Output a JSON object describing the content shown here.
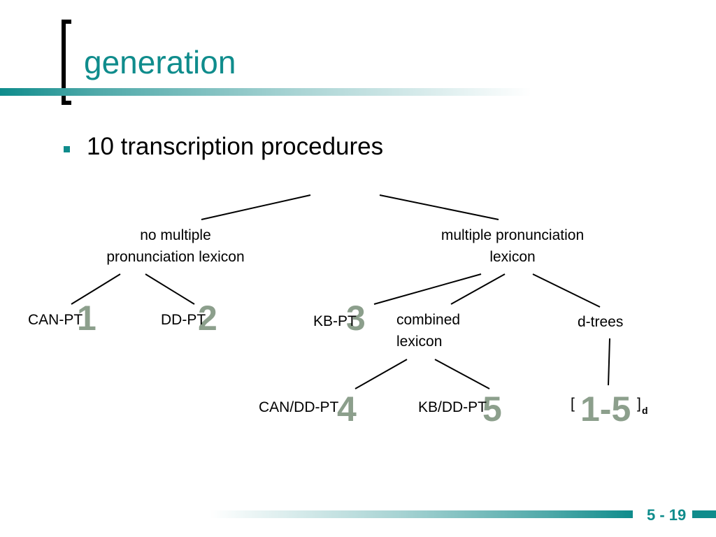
{
  "slide": {
    "title": "generation",
    "bullet": "10 transcription procedures",
    "page_number": "5 - 19"
  },
  "tree": {
    "no_multiple": {
      "line1": "no multiple",
      "line2": "pronunciation lexicon"
    },
    "multiple": {
      "line1": "multiple pronunciation",
      "line2": "lexicon"
    },
    "can_pt": "CAN-PT",
    "dd_pt": "DD-PT",
    "kb_pt": "KB-PT",
    "combined": {
      "line1": "combined",
      "line2": "lexicon"
    },
    "d_trees": "d-trees",
    "can_dd_pt": "CAN/DD-PT",
    "kb_dd_pt": "KB/DD-PT",
    "range_open": "[",
    "range_close": "]",
    "range_sub": "d"
  },
  "numbers": {
    "n1": "1",
    "n2": "2",
    "n3": "3",
    "n4": "4",
    "n5": "5",
    "n15": "1-5"
  },
  "colors": {
    "accent": "#0f8c8c",
    "number_gray": "#8c9f8c"
  }
}
